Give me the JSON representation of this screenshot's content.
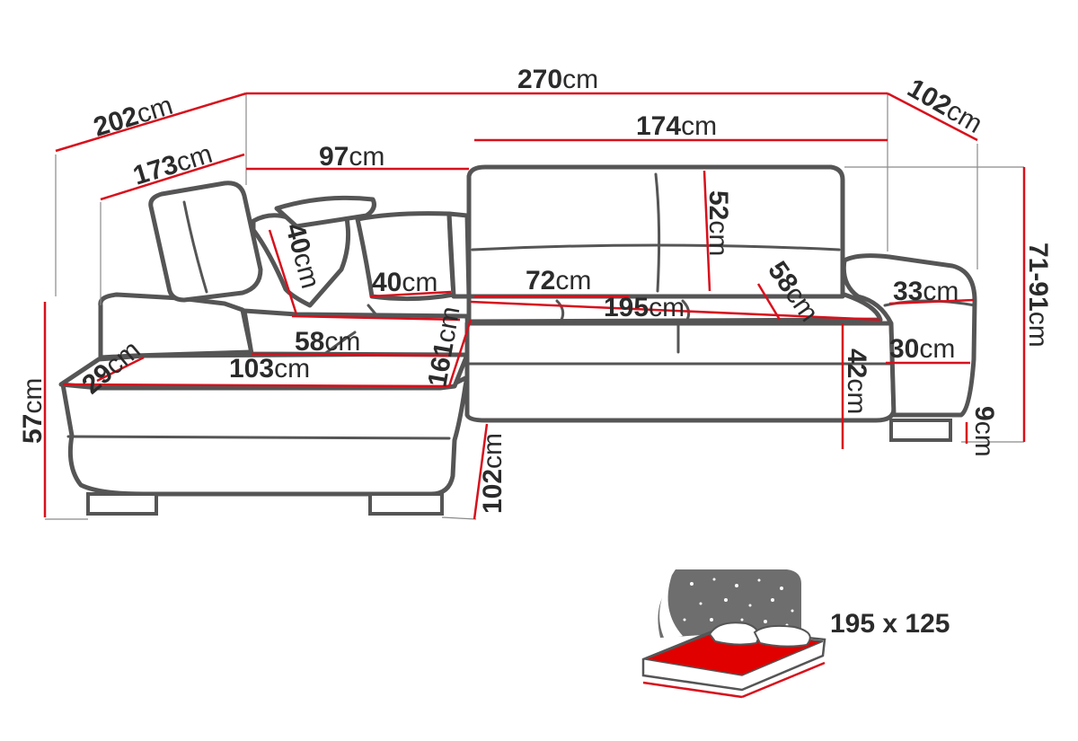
{
  "unit": "cm",
  "colors": {
    "dimension_line": "#d8101c",
    "outline": "#555555",
    "bed_mattress": "#e00000",
    "night_sky": "#6e6e6e"
  },
  "dimensions": {
    "total_width": "270",
    "left_depth_outer": "202",
    "left_depth_inner": "173",
    "right_depth": "102",
    "left_back_width": "97",
    "right_back_width": "174",
    "backrest_height": "52",
    "pillow_height": "40",
    "pillow_width": "40",
    "seat_depth_right": "72",
    "seat_width_right": "195",
    "seat_depth_diag": "58",
    "seat_depth_left": "58",
    "armrest_width": "33",
    "armrest_height": "30",
    "overall_height": "71-91",
    "seat_height": "42",
    "leg_height": "9",
    "chaise_length": "103",
    "chaise_width": "29",
    "chaise_inner": "161",
    "total_height_left": "57",
    "front_depth": "102"
  },
  "sleeping_area": {
    "label": "195 x 125",
    "icon": "bed-with-starry-night-icon"
  }
}
